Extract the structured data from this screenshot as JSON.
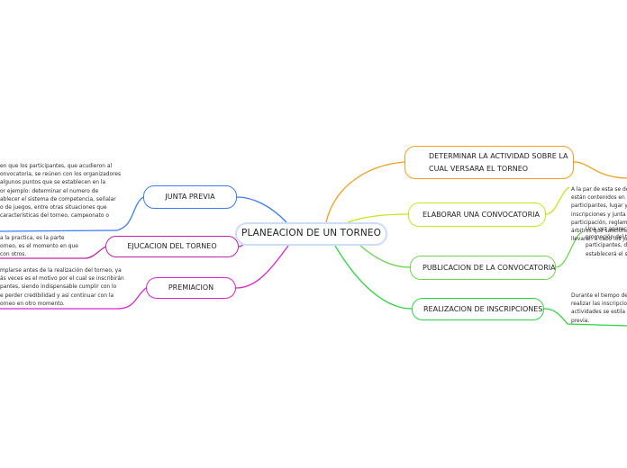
{
  "central": {
    "label": "PLANEACION DE UN TORNEO"
  },
  "right_topics": [
    {
      "label": "DETERMINAR LA ACTIVIDAD SOBRE LA CUAL VERSARA EL TORNEO",
      "color": "#f79d1e"
    },
    {
      "label": "ELABORAR UNA CONVOCATORIA",
      "color": "#c7e51a"
    },
    {
      "label": "PUBLICACION DE LA CONVOCATORIA",
      "color": "#6bd64a"
    },
    {
      "label": "REALIZACION DE INSCRIPCIONES",
      "color": "#2bd640"
    }
  ],
  "left_topics": [
    {
      "label": "JUNTA PREVIA",
      "color": "#3b7cf5"
    },
    {
      "label": "EJUCACION DEL TORNEO",
      "color": "#c024a6"
    },
    {
      "label": "PREMIACION",
      "color": "#d824d0"
    }
  ],
  "notes": {
    "junta": "en que los participantes, que acudieron al\nonvocatoria, se reúnen con los organizadores\nalgunos puntos que se establecen en la\nor ejemplo: determinar el numero de\nablecer el sistema de competencia, señalar\no de juegos, entre otras situaciones que\ncaracterísticas del torneo, campeonato o",
    "ejec": "a la practica, es la parte\norneo, es el momento en que\ncon otros.",
    "prem": "mplarse antes de la realización del torneo, ya\nás veces es el motivo por el cual se inscribirán\npantes, siendo indispensable cumplir con lo\ne perder credibilidad y así continuar con la\norneo en otro momento.",
    "elab": "A la par de esta se del\nestán contenidos en el\nparticipantes, lugar y f\ninscripciones y junta p\nparticipación, reglame\nárbitros que sancionar\nllevaran a cabo los jue",
    "pub": "Una vez aparecie\npromoción del t\nparticipantes, d\nestablecerá el si",
    "real": "Durante el tiempo de\nrealizar las inscripcion\nactividades se estila q\nprevia."
  }
}
